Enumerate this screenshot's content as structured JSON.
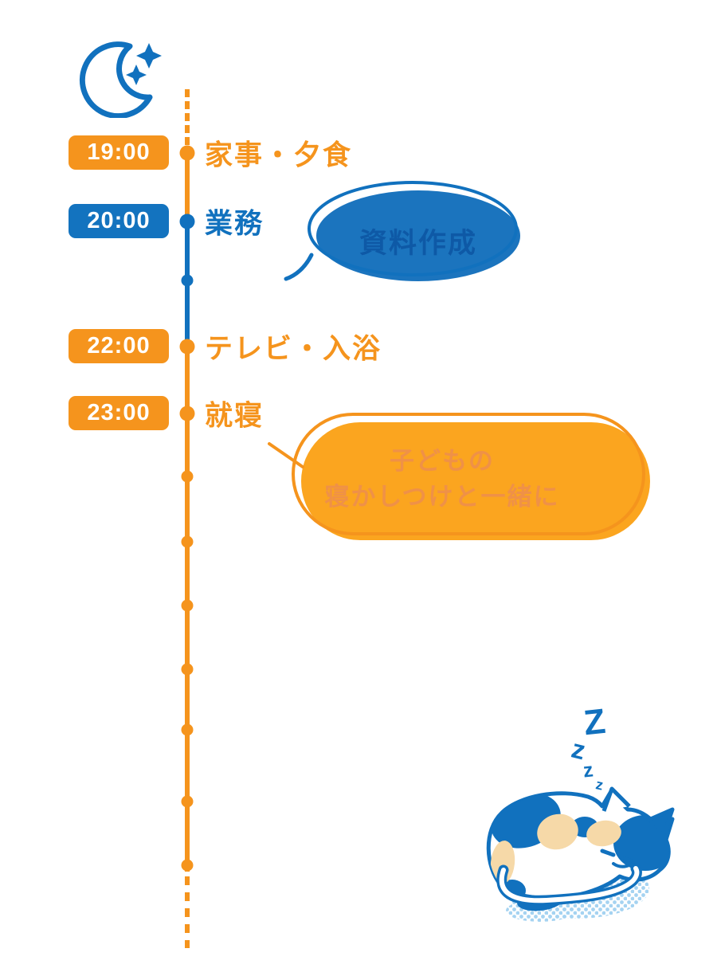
{
  "colors": {
    "orange": "#F5941D",
    "orange_bubble": "#FBA51F",
    "orange_bubble_text": "#EF9147",
    "blue": "#1171BE",
    "blue_badge": "#1373BF",
    "blue_bubble": "#1B74BE",
    "blue_bubble_text": "#0E59A6",
    "cream": "#F6D9A8",
    "halftone": "#A5D3F1"
  },
  "header": {
    "moon_icon": "crescent-moon-with-sparkles"
  },
  "timeline": {
    "events": [
      {
        "time": "19:00",
        "label": "家事・夕食",
        "accent": "orange"
      },
      {
        "time": "20:00",
        "label": "業務",
        "accent": "blue"
      },
      {
        "time": "22:00",
        "label": "テレビ・入浴",
        "accent": "orange"
      },
      {
        "time": "23:00",
        "label": "就寝",
        "accent": "orange"
      }
    ]
  },
  "bubbles": {
    "work": {
      "text": "資料作成"
    },
    "sleep": {
      "line1": "子どもの",
      "line2": "寝かしつけと一緒に"
    }
  },
  "cat": {
    "illustration": "sleeping-calico-cat",
    "zzz": [
      "Z",
      "z",
      "z",
      "z"
    ]
  }
}
